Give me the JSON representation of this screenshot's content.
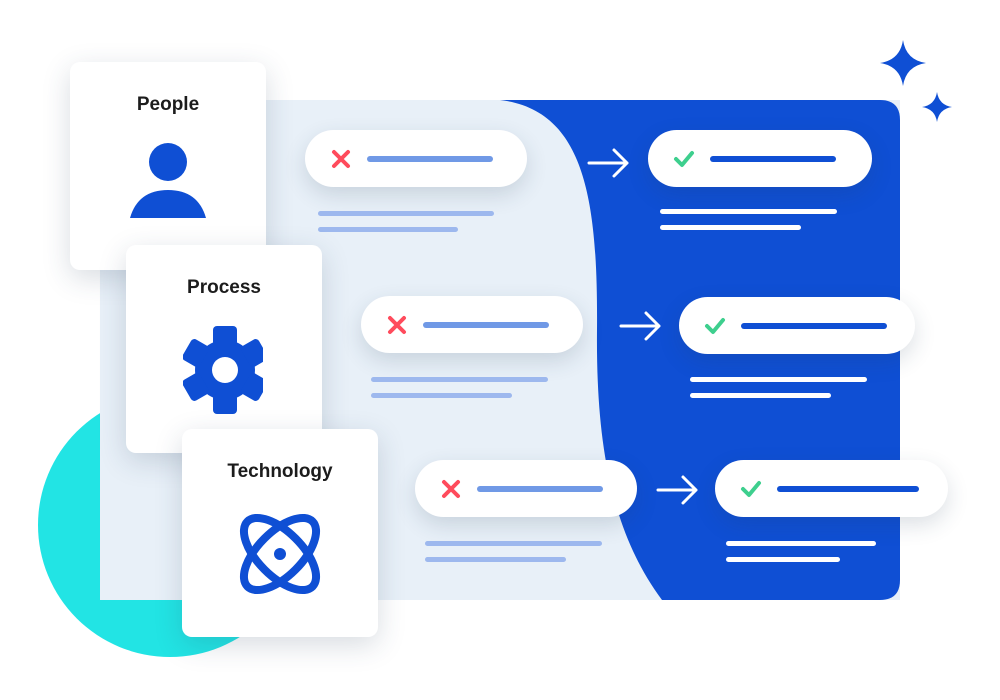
{
  "colors": {
    "blue": "#0f4fd4",
    "light": "#e8f0f8",
    "cyan": "#22e4e4",
    "red": "#ff4b5c",
    "green": "#3ecf8e",
    "barLight": "#7099e6",
    "lineLight": "#9db8ee"
  },
  "cards": [
    {
      "title": "People",
      "icon": "person-icon"
    },
    {
      "title": "Process",
      "icon": "gear-icon"
    },
    {
      "title": "Technology",
      "icon": "atom-icon"
    }
  ]
}
